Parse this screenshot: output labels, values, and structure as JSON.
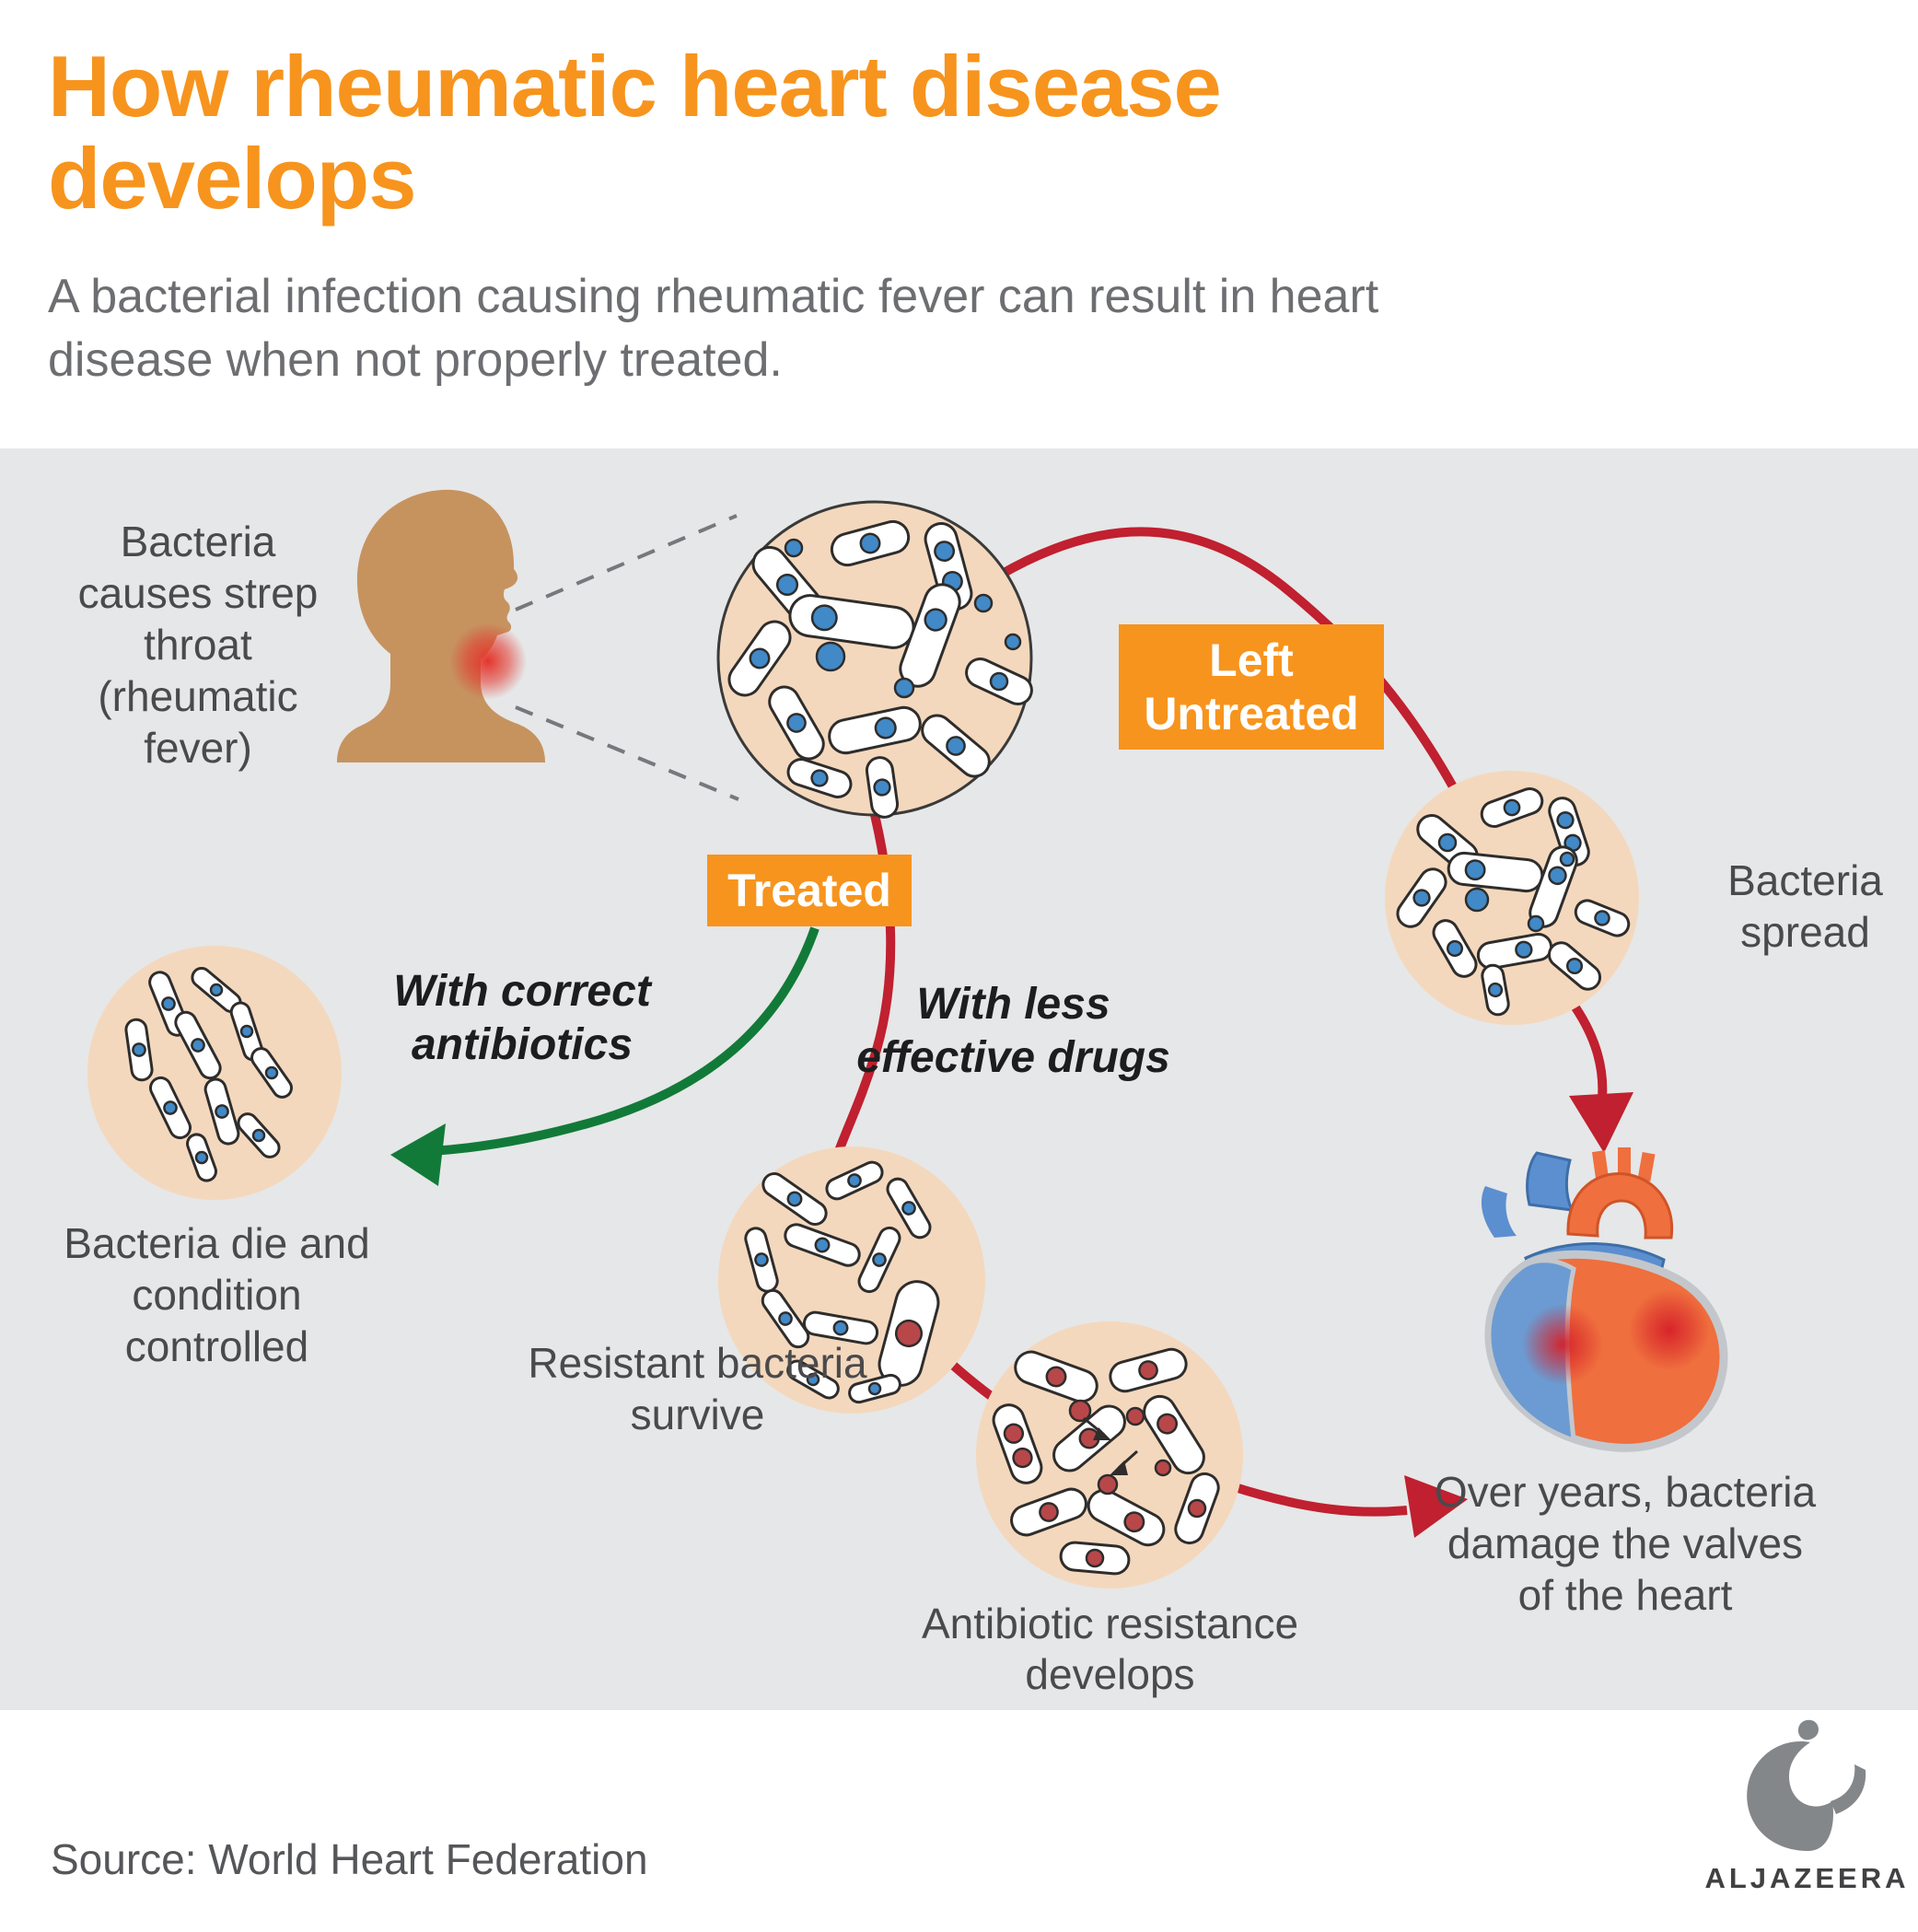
{
  "header": {
    "title": "How rheumatic heart disease develops",
    "subtitle": "A bacterial infection causing rheumatic fever can result in heart disease when not properly treated."
  },
  "diagram": {
    "strep_label": "Bacteria causes strep throat (rheumatic fever)",
    "left_untreated_tag": "Left Untreated",
    "treated_tag": "Treated",
    "bacteria_spread_label": "Bacteria spread",
    "with_correct_antibiotics_label": "With correct antibiotics",
    "with_less_effective_drugs_label": "With less effective drugs",
    "bacteria_die_label": "Bacteria die and condition controlled",
    "resistant_bacteria_label": "Resistant bacteria survive",
    "antibiotic_resistance_label": "Antibiotic resistance develops",
    "heart_damage_label": "Over years, bacteria damage the valves of the heart"
  },
  "footer": {
    "source": "Source: World Heart Federation",
    "brand": "ALJAZEERA"
  },
  "colors": {
    "accent_orange": "#f7941d",
    "arrow_red": "#c0202f",
    "arrow_green": "#127a38",
    "panel_gray": "#e6e7e8",
    "circle_tan": "#f4d8bd",
    "skin_tan": "#c6935f",
    "bacteria_blue": "#4189c7",
    "resistant_red": "#b8474a",
    "subtitle_gray": "#6d6e71",
    "label_gray": "#4a4a4c"
  }
}
